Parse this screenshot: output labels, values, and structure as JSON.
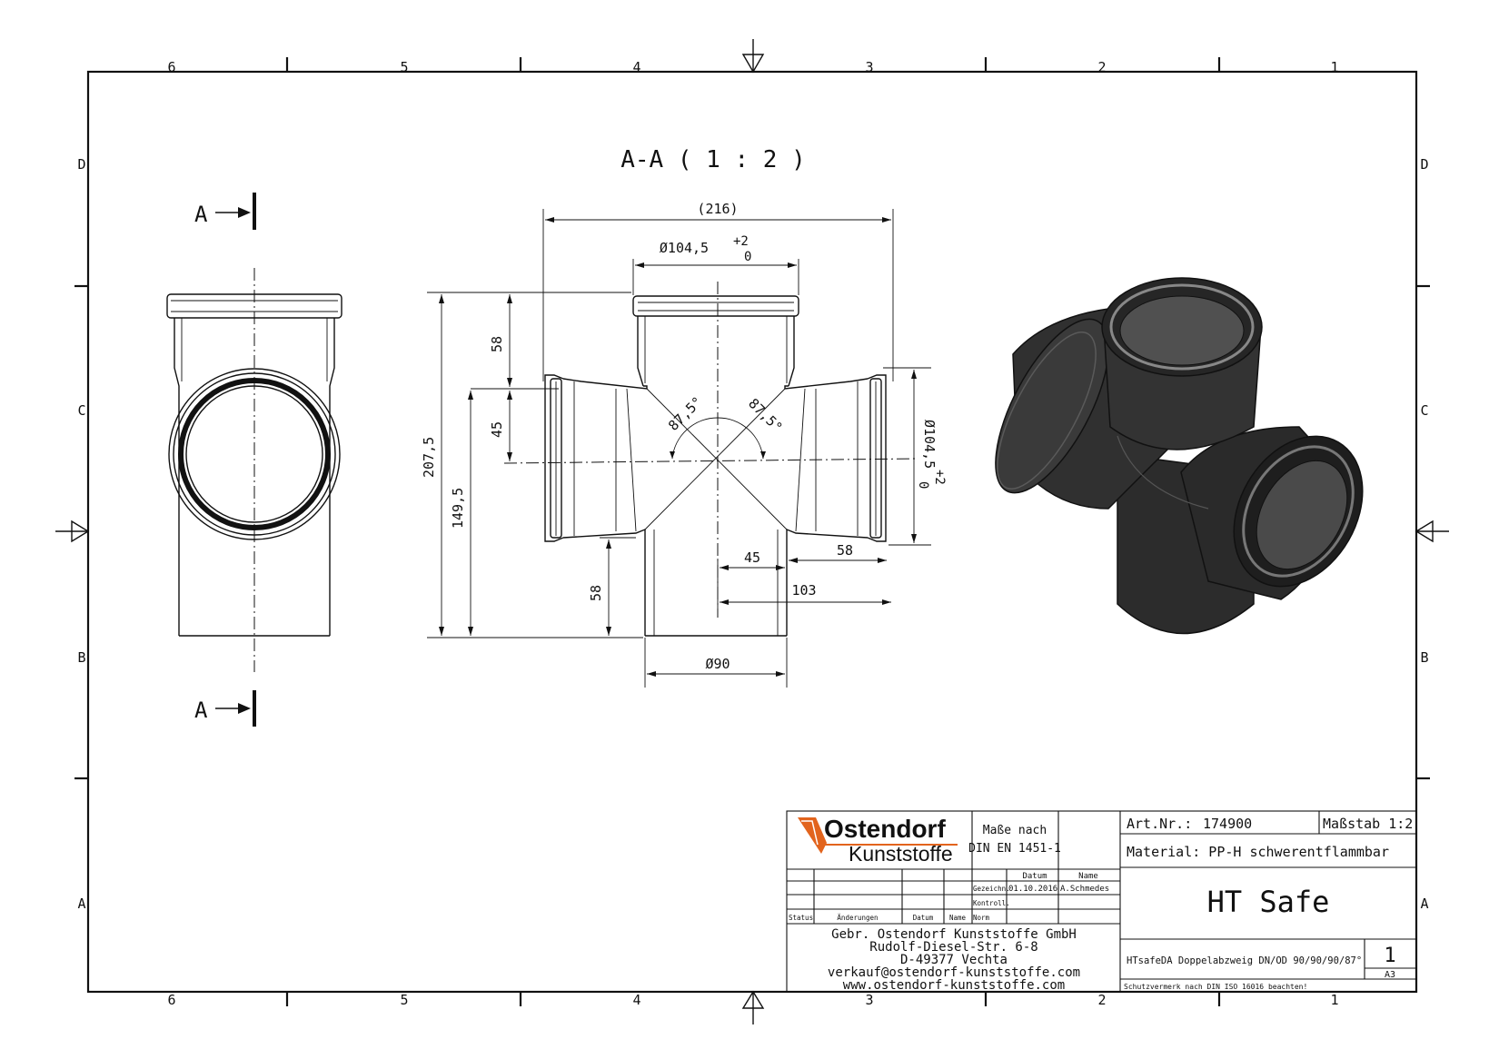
{
  "frame": {
    "columns": [
      "6",
      "5",
      "4",
      "3",
      "2",
      "1"
    ],
    "rows": [
      "D",
      "C",
      "B",
      "A"
    ]
  },
  "section_view": {
    "title": "A-A ( 1 : 2 )",
    "cut_label": "A"
  },
  "dimensions": {
    "overall_width": "(216)",
    "top_socket_dia": "Ø104,5",
    "tol_upper": "+2",
    "tol_lower": "0",
    "top_socket_len": "58",
    "branch_offset": "45",
    "total_height": "207,5",
    "lower_height": "149,5",
    "bottom_spigot_len": "58",
    "angle_left": "87,5°",
    "angle_right": "87,5°",
    "side_socket_dia": "Ø104,5",
    "branch_half": "45",
    "branch_socket_len": "58",
    "branch_reach": "103",
    "spigot_dia": "Ø90"
  },
  "title_block": {
    "logo_top": "Ostendorf",
    "logo_bottom": "Kunststoffe",
    "standard_line1": "Maße nach",
    "standard_line2": "DIN EN 1451-1",
    "col_datum": "Datum",
    "col_name": "Name",
    "row_gezeichn": "Gezeichn.",
    "row_kontroll": "Kontroll.",
    "row_norm": "Norm",
    "gez_datum": "01.10.2016",
    "gez_name": "A.Schmedes",
    "rev_status": "Status",
    "rev_aenderungen": "Änderungen",
    "rev_datum": "Datum",
    "rev_name": "Name",
    "company": "Gebr. Ostendorf Kunststoffe GmbH",
    "street": "Rudolf-Diesel-Str. 6-8",
    "city": "D-49377 Vechta",
    "email": "verkauf@ostendorf-kunststoffe.com",
    "web": "www.ostendorf-kunststoffe.com",
    "art_nr_label": "Art.Nr.:",
    "art_nr": "174900",
    "scale": "Maßstab 1:2",
    "material": "Material: PP-H schwerentflammbar",
    "product": "HT Safe",
    "description": "HTsafeDA Doppelabzweig DN/OD 90/90/90/87°",
    "sheet": "1",
    "format": "A3",
    "protection_note": "Schutzvermerk nach DIN ISO 16016 beachten!"
  },
  "colors": {
    "logo": "#e2641d",
    "pipe": "#2f2f2f",
    "ink": "#111111"
  }
}
